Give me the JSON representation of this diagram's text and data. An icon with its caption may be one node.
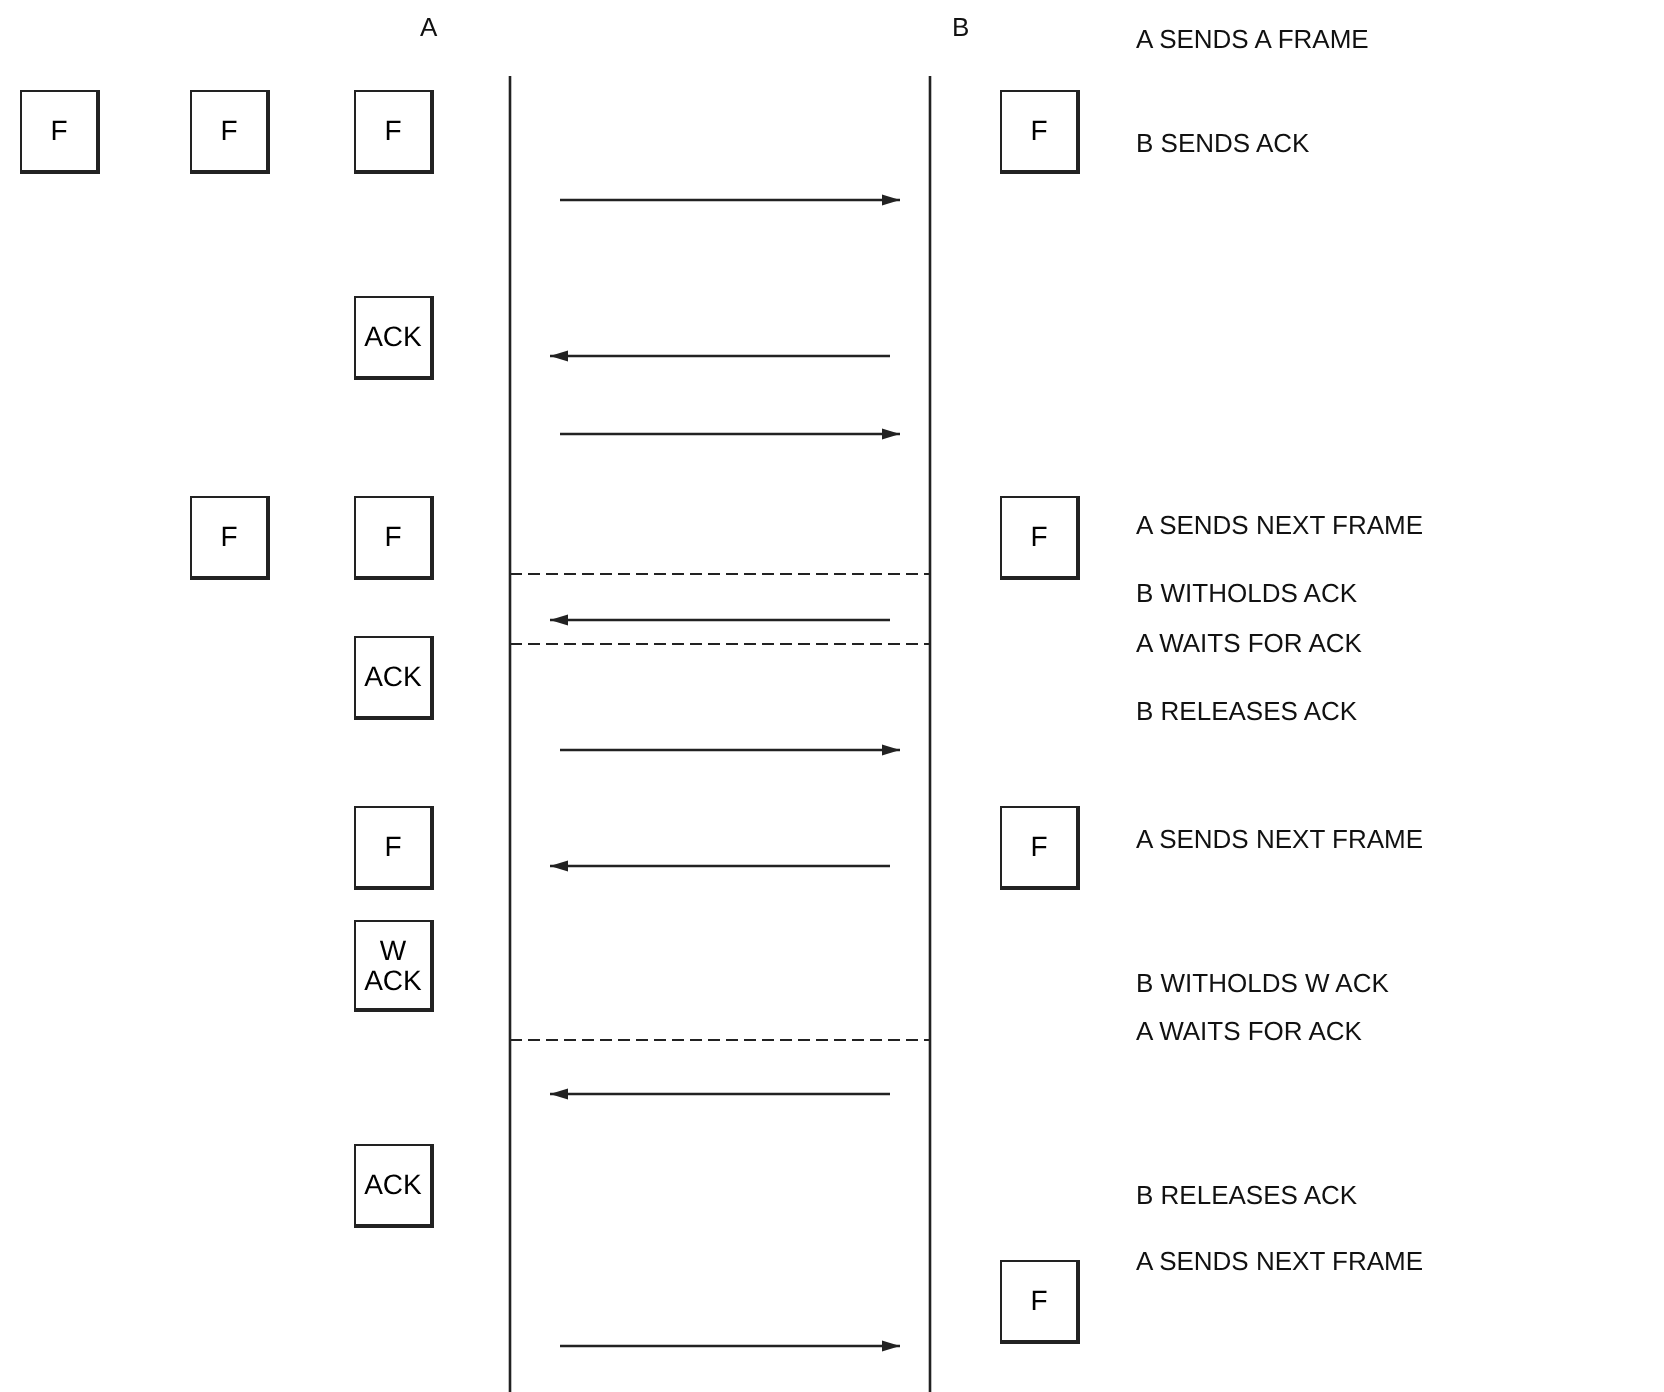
{
  "diagram": {
    "nodes": [
      {
        "text": [
          "F"
        ]
      },
      {
        "text": [
          "F"
        ]
      },
      {
        "text": [
          "F"
        ]
      },
      {
        "text": [
          "F"
        ]
      },
      {
        "text": [
          "ACK"
        ]
      },
      {
        "text": [
          "F"
        ]
      },
      {
        "text": [
          "F"
        ]
      },
      {
        "text": [
          "F"
        ]
      },
      {
        "text": [
          "ACK"
        ]
      },
      {
        "text": [
          "F"
        ]
      },
      {
        "text": [
          "F"
        ]
      },
      {
        "text": [
          "W ACK"
        ]
      },
      {
        "text": [
          "ACK"
        ]
      },
      {
        "text": [
          "F"
        ]
      }
    ],
    "labels": [
      "A",
      "B",
      "A SENDS A FRAME",
      "B SENDS ACK",
      "A SENDS NEXT FRAME",
      "B WITHOLDS ACK",
      "A WAITS FOR ACK",
      "B RELEASES ACK",
      "A SENDS NEXT FRAME",
      "B WITHOLDS W ACK",
      "A WAITS FOR ACK",
      "B RELEASES ACK",
      "A SENDS NEXT FRAME"
    ]
  }
}
